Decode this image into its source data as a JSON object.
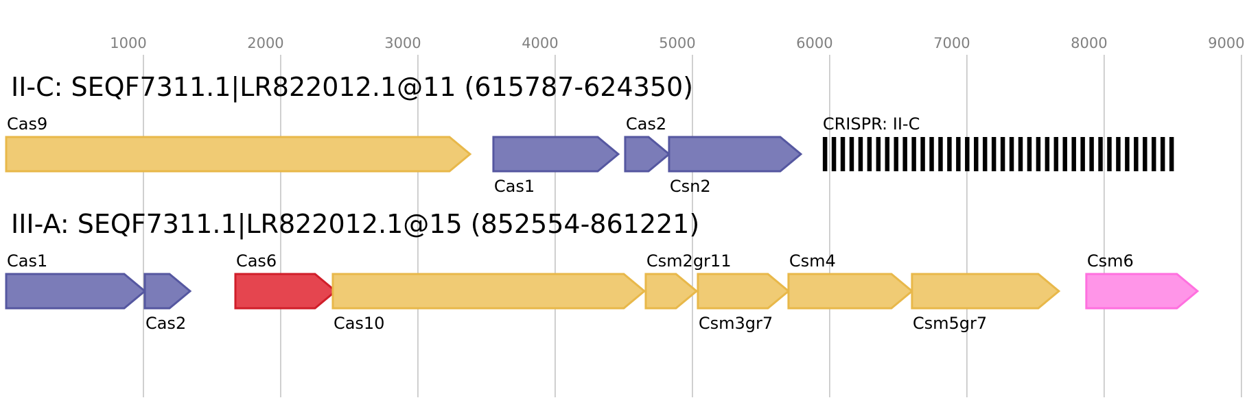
{
  "axis": {
    "min": 0,
    "max": 9000,
    "ticks": [
      1000,
      2000,
      3000,
      4000,
      5000,
      6000,
      7000,
      8000,
      9000
    ],
    "tick_labels": [
      "1000",
      "2000",
      "3000",
      "4000",
      "5000",
      "6000",
      "7000",
      "8000",
      "9000"
    ],
    "gridline_color": "#c0c0c0"
  },
  "colors": {
    "yellow_fill": "#f0cb74",
    "yellow_stroke": "#e8b84a",
    "purple_fill": "#7b7cb8",
    "purple_stroke": "#5557a0",
    "red_fill": "#e5454f",
    "red_stroke": "#d01e2a",
    "pink_fill": "#ff95e8",
    "pink_stroke": "#ff70df",
    "crispr": "#000000"
  },
  "loci": [
    {
      "title": "II-C: SEQF7311.1|LR822012.1@11 (615787-624350)",
      "genes": [
        {
          "name": "Cas9",
          "start": 0,
          "end": 3380,
          "color": "yellow",
          "label_pos": "above"
        },
        {
          "name": "Cas1",
          "start": 3550,
          "end": 4460,
          "color": "purple",
          "label_pos": "below"
        },
        {
          "name": "Cas2",
          "start": 4510,
          "end": 4830,
          "color": "purple",
          "label_pos": "above"
        },
        {
          "name": "Csn2",
          "start": 4830,
          "end": 5790,
          "color": "purple",
          "label_pos": "below"
        }
      ],
      "crispr": {
        "label": "CRISPR: II-C",
        "start": 5950,
        "end": 8540,
        "repeats": 40
      }
    },
    {
      "title": "III-A: SEQF7311.1|LR822012.1@15 (852554-861221)",
      "genes": [
        {
          "name": "Cas1",
          "start": 0,
          "end": 1010,
          "color": "purple",
          "label_pos": "above"
        },
        {
          "name": "Cas2",
          "start": 1010,
          "end": 1340,
          "color": "purple",
          "label_pos": "below"
        },
        {
          "name": "Cas6",
          "start": 1670,
          "end": 2400,
          "color": "red",
          "label_pos": "above"
        },
        {
          "name": "Cas10",
          "start": 2380,
          "end": 4650,
          "color": "yellow",
          "label_pos": "below"
        },
        {
          "name": "Csm2gr11",
          "start": 4660,
          "end": 5030,
          "color": "yellow",
          "label_pos": "above"
        },
        {
          "name": "Csm3gr7",
          "start": 5040,
          "end": 5700,
          "color": "yellow",
          "label_pos": "below"
        },
        {
          "name": "Csm4",
          "start": 5700,
          "end": 6600,
          "color": "yellow",
          "label_pos": "above"
        },
        {
          "name": "Csm5gr7",
          "start": 6600,
          "end": 7670,
          "color": "yellow",
          "label_pos": "below"
        },
        {
          "name": "Csm6",
          "start": 7870,
          "end": 8680,
          "color": "pink",
          "label_pos": "above"
        }
      ]
    }
  ]
}
